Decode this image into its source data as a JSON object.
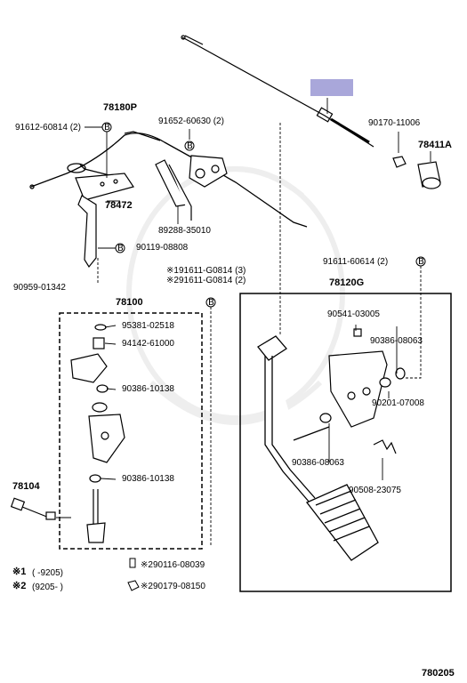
{
  "labels": {
    "p78180P": "78180P",
    "p91612": "91612-60814 (2)",
    "p91652": "91652-60630 (2)",
    "p90170": "90170-11006",
    "p78411A": "78411A",
    "p78472": "78472",
    "p89288": "89288-35010",
    "p90119": "90119-08808",
    "p90959": "90959-01342",
    "p91611a": "※191611-G0814 (3)",
    "p91611b": "※291611-G0814 (2)",
    "p91611c": "91611-60614 (2)",
    "p78120G": "78120G",
    "p78100": "78100",
    "p95381": "95381-02518",
    "p94142": "94142-61000",
    "p90386a": "90386-10138",
    "p90386b": "90386-10138",
    "p90541": "90541-03005",
    "p90386c": "90386-08063",
    "p90201": "90201-07008",
    "p90386d": "90386-08063",
    "p90508": "90508-23075",
    "p78104": "78104",
    "p290116": "※290116-08039",
    "p290179": "※290179-08150",
    "figno": "780205"
  },
  "legend": {
    "row1_mark": "※1",
    "row1_text": "(      -9205)",
    "row2_mark": "※2",
    "row2_text": "(9205-        )"
  },
  "callout_letter": "B",
  "colors": {
    "line": "#000000",
    "highlight": "#a9a7da"
  }
}
